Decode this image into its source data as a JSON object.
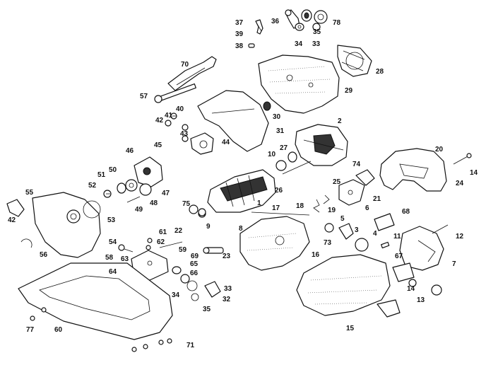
{
  "diagram": {
    "callouts": [
      {
        "label": "37"
      },
      {
        "label": "39"
      },
      {
        "label": "38"
      },
      {
        "label": "36"
      },
      {
        "label": "34"
      },
      {
        "label": "35"
      },
      {
        "label": "33"
      },
      {
        "label": "78"
      },
      {
        "label": "70"
      },
      {
        "label": "28"
      },
      {
        "label": "29"
      },
      {
        "label": "57"
      },
      {
        "label": "41"
      },
      {
        "label": "40"
      },
      {
        "label": "42"
      },
      {
        "label": "43"
      },
      {
        "label": "30"
      },
      {
        "label": "31"
      },
      {
        "label": "2"
      },
      {
        "label": "45"
      },
      {
        "label": "44"
      },
      {
        "label": "27"
      },
      {
        "label": "10"
      },
      {
        "label": "46"
      },
      {
        "label": "20"
      },
      {
        "label": "51"
      },
      {
        "label": "50"
      },
      {
        "label": "74"
      },
      {
        "label": "14"
      },
      {
        "label": "52"
      },
      {
        "label": "25"
      },
      {
        "label": "24"
      },
      {
        "label": "47"
      },
      {
        "label": "26"
      },
      {
        "label": "21"
      },
      {
        "label": "55"
      },
      {
        "label": "49"
      },
      {
        "label": "48"
      },
      {
        "label": "1"
      },
      {
        "label": "17"
      },
      {
        "label": "18"
      },
      {
        "label": "6"
      },
      {
        "label": "75"
      },
      {
        "label": "19"
      },
      {
        "label": "68"
      },
      {
        "label": "53"
      },
      {
        "label": "42"
      },
      {
        "label": "5"
      },
      {
        "label": "22"
      },
      {
        "label": "9"
      },
      {
        "label": "61"
      },
      {
        "label": "8"
      },
      {
        "label": "4"
      },
      {
        "label": "11"
      },
      {
        "label": "12"
      },
      {
        "label": "3"
      },
      {
        "label": "54"
      },
      {
        "label": "62"
      },
      {
        "label": "16"
      },
      {
        "label": "73"
      },
      {
        "label": "56"
      },
      {
        "label": "58"
      },
      {
        "label": "63"
      },
      {
        "label": "59"
      },
      {
        "label": "69"
      },
      {
        "label": "23"
      },
      {
        "label": "65"
      },
      {
        "label": "67"
      },
      {
        "label": "7"
      },
      {
        "label": "64"
      },
      {
        "label": "66"
      },
      {
        "label": "34"
      },
      {
        "label": "33"
      },
      {
        "label": "14"
      },
      {
        "label": "32"
      },
      {
        "label": "35"
      },
      {
        "label": "13"
      },
      {
        "label": "77"
      },
      {
        "label": "60"
      },
      {
        "label": "15"
      },
      {
        "label": "71"
      }
    ]
  }
}
